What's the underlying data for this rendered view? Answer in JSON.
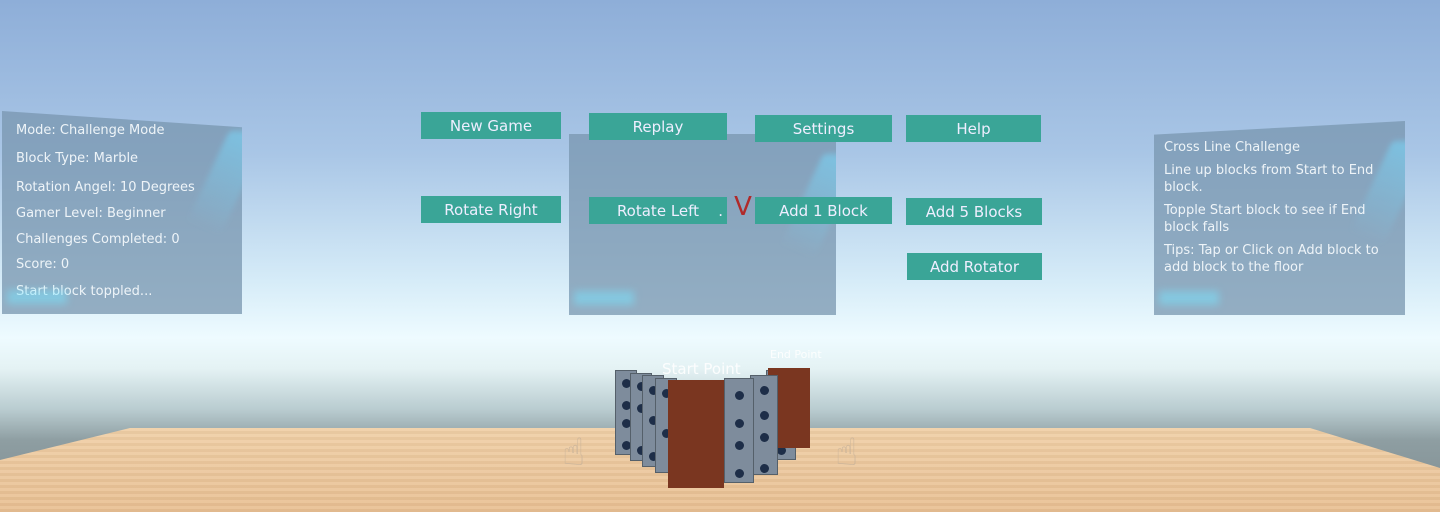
{
  "status_panel": {
    "lines": [
      "Mode: Challenge Mode",
      "Block Type: Marble",
      "Rotation Angel: 10 Degrees",
      "Gamer Level: Beginner",
      "Challenges Completed: 0",
      "Score: 0",
      "Start block toppled..."
    ]
  },
  "challenge_panel": {
    "title": "Cross Line Challenge",
    "lines": [
      "Line up blocks from Start to End block.",
      "Topple Start block to see if End block falls",
      "Tips: Tap or Click on Add block to add block to the floor"
    ]
  },
  "buttons": {
    "new_game": "New Game",
    "replay": "Replay",
    "settings": "Settings",
    "help": "Help",
    "rotate_right": "Rotate Right",
    "rotate_left": "Rotate Left",
    "add_1": "Add 1 Block",
    "add_5": "Add 5 Blocks",
    "add_rotator": "Add Rotator"
  },
  "center_panel": {
    "mark": "V",
    "dot": "."
  },
  "scene": {
    "start_label": "Start Point",
    "end_label": "End Point"
  },
  "colors": {
    "button": "#3aa597",
    "start_block": "#7a3620"
  }
}
